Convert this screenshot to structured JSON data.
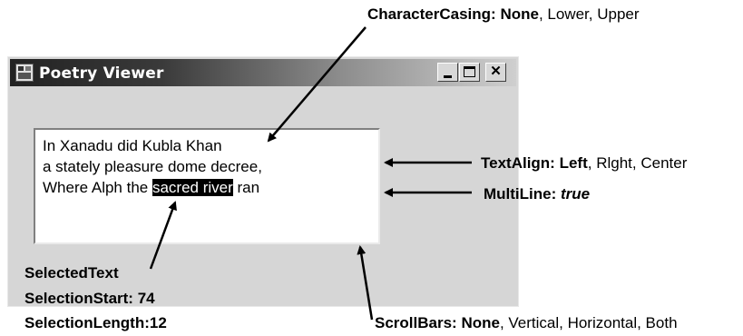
{
  "window": {
    "title": "Poetry Viewer",
    "buttons": {
      "minimize": "_",
      "maximize": "□",
      "close": "✕"
    }
  },
  "textbox": {
    "line1": "In Xanadu did Kubla Khan",
    "line2": "a stately pleasure dome decree,",
    "line3_before": "Where Alph the ",
    "line3_selected": "sacred river",
    "line3_after": " ran"
  },
  "annotations": {
    "character_casing": {
      "label": "CharacterCasing:",
      "value": "None",
      "rest": ", Lower, Upper"
    },
    "text_align": {
      "label": "TextAlign:",
      "value": "Left",
      "rest": ", Rlght, Center"
    },
    "multiline": {
      "label": "MultiLine:",
      "value": "true"
    },
    "selected_text": {
      "label": "SelectedText"
    },
    "selection_start": {
      "label": "SelectionStart:",
      "value": "74"
    },
    "selection_length": {
      "label": "SelectionLength:",
      "value": "12"
    },
    "scrollbars": {
      "label": "ScrollBars:",
      "value": "None",
      "rest": ", Vertical, Horizontal, Both"
    }
  }
}
